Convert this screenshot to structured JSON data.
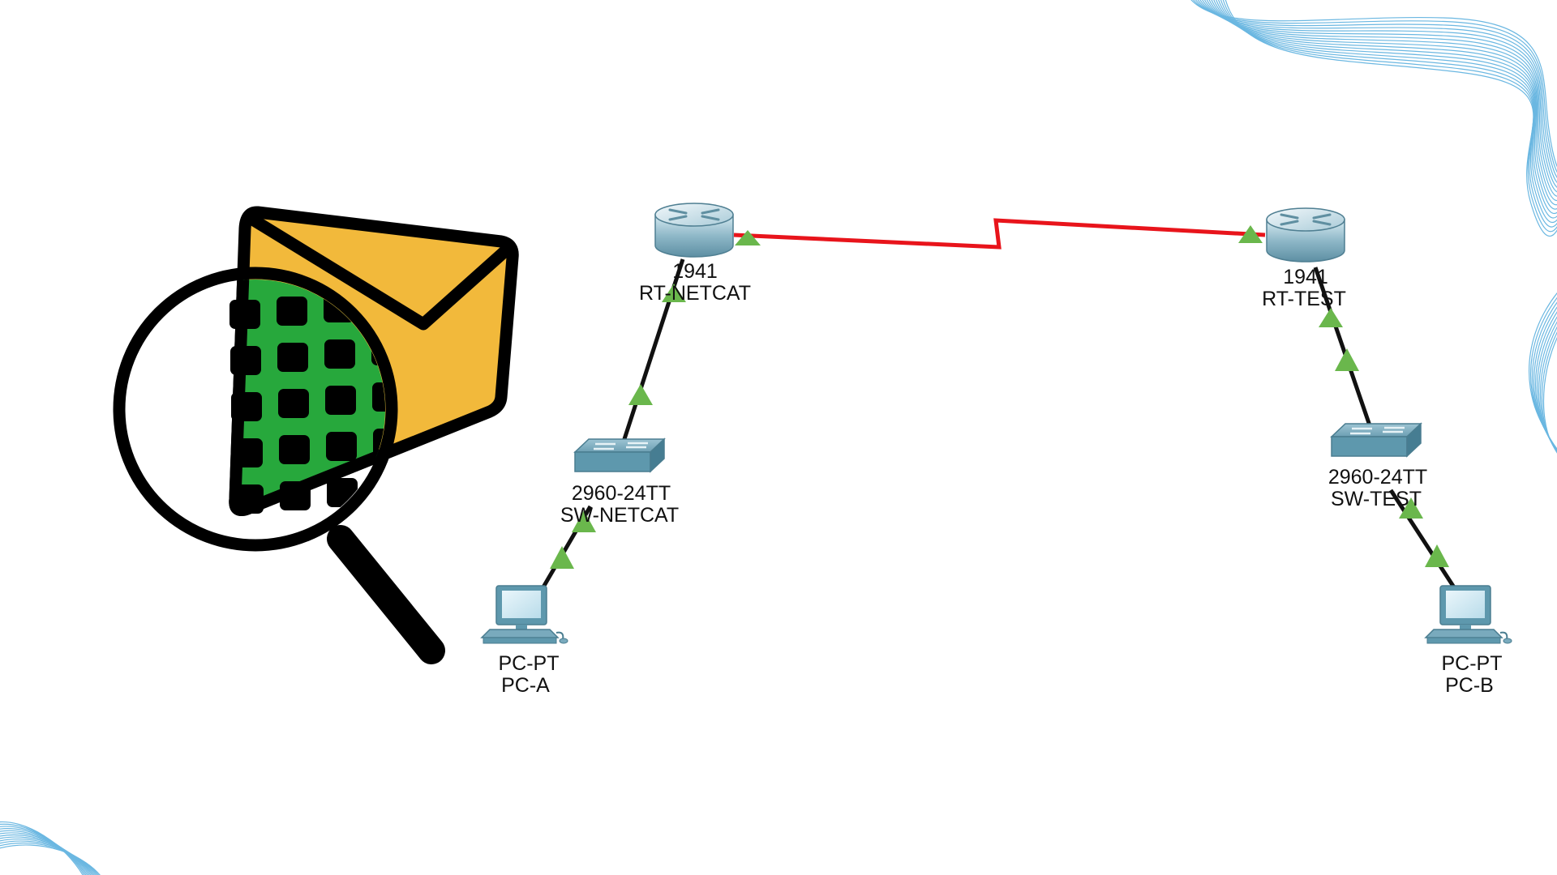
{
  "colors": {
    "background": "#ffffff",
    "serial_link": "#e8141b",
    "copper_link": "#111111",
    "link_up": "#6ab74c",
    "device_blue": "#5e98ad",
    "envelope": "#f2b93b",
    "glass_grid": "#27a83c",
    "wave": "#3aa0d8"
  },
  "icons": {
    "logo": "magnifier-envelope-icon",
    "router": "router-icon",
    "switch": "switch-icon",
    "pc": "pc-icon"
  },
  "devices": {
    "rt_netcat": {
      "model": "1941",
      "name": "RT-NETCAT"
    },
    "rt_test": {
      "model": "1941",
      "name": "RT-TEST"
    },
    "sw_netcat": {
      "model": "2960-24TT",
      "name": "SW-NETCAT"
    },
    "sw_test": {
      "model": "2960-24TT",
      "name": "SW-TEST"
    },
    "pc_a": {
      "model": "PC-PT",
      "name": "PC-A"
    },
    "pc_b": {
      "model": "PC-PT",
      "name": "PC-B"
    }
  }
}
